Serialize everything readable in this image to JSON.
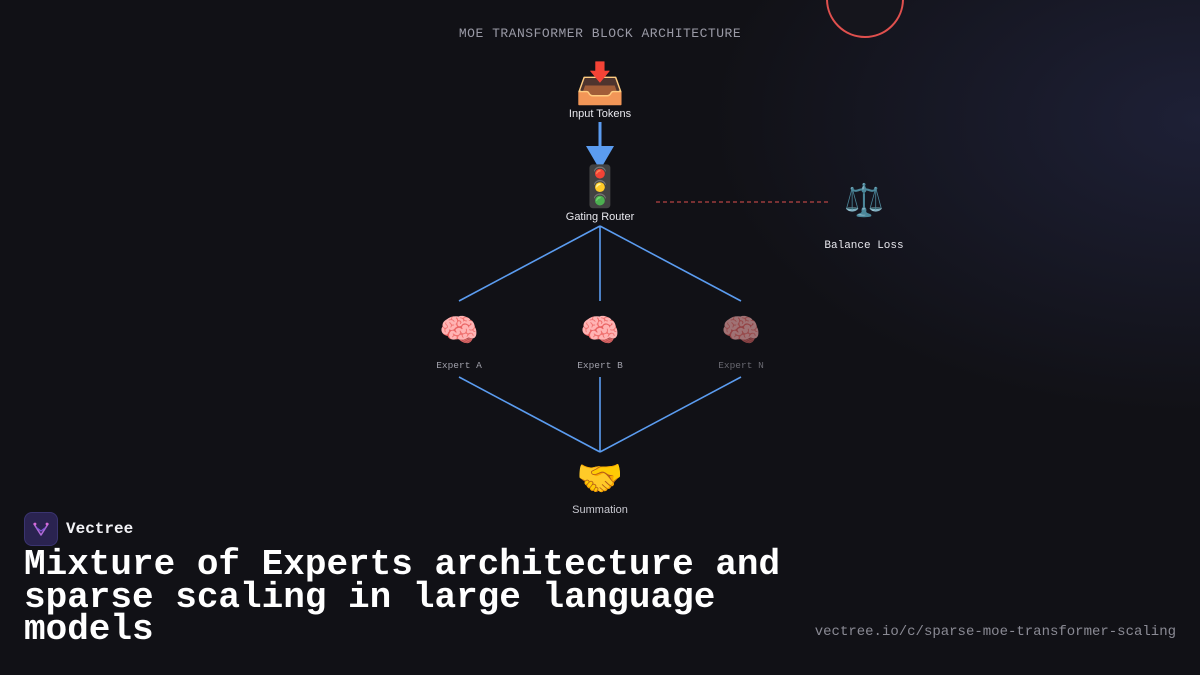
{
  "diagram": {
    "title": "MOE TRANSFORMER BLOCK ARCHITECTURE",
    "nodes": {
      "input": {
        "icon": "inbox-tray-icon",
        "glyph": "📥",
        "label": "Input Tokens"
      },
      "router": {
        "icon": "traffic-light-icon",
        "glyph": "🚦",
        "label": "Gating Router"
      },
      "balance": {
        "icon": "balance-scale-icon",
        "glyph": "⚖️",
        "label": "Balance Loss"
      },
      "expert_a": {
        "icon": "brain-icon",
        "glyph": "🧠",
        "label": "Expert A"
      },
      "expert_b": {
        "icon": "brain-icon",
        "glyph": "🧠",
        "label": "Expert B"
      },
      "expert_n": {
        "icon": "brain-icon",
        "glyph": "🧠",
        "label": "Expert N"
      },
      "sum": {
        "icon": "handshake-icon",
        "glyph": "🤝",
        "label": "Summation"
      }
    },
    "colors": {
      "edge": "#5b9cf0",
      "dashed_edge": "#e0504e",
      "accent_circle": "#e0504e"
    }
  },
  "brand": {
    "name": "Vectree",
    "logo_icon": "vectree-logo-icon"
  },
  "headline": "Mixture of Experts architecture and sparse scaling in large language models",
  "url": "vectree.io/c/sparse-moe-transformer-scaling"
}
